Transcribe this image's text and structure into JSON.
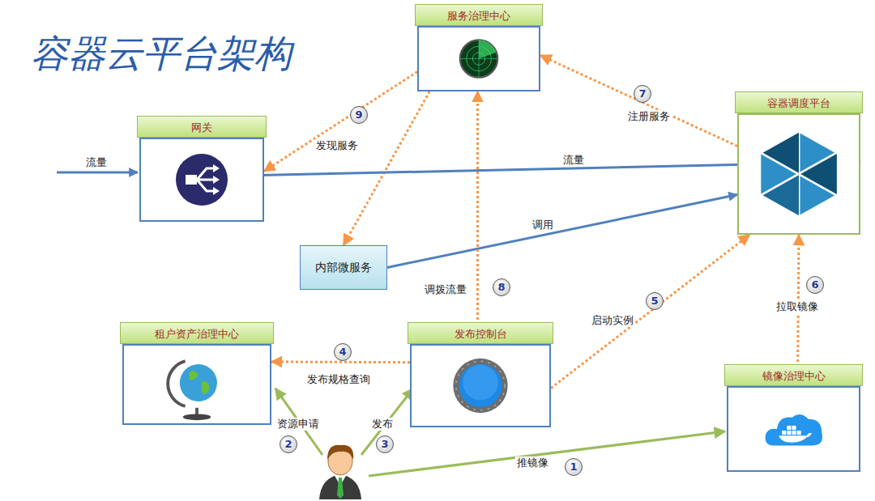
{
  "diagram": {
    "title": "容器云平台架构",
    "nodes": [
      {
        "text": [
          "服务治理中心"
        ]
      },
      {
        "text": [
          "网关"
        ]
      },
      {
        "text": [
          "容器调度平台"
        ]
      },
      {
        "text": [
          "内部微服务"
        ]
      },
      {
        "text": [
          "租户资产治理中心"
        ]
      },
      {
        "text": [
          "发布控制台"
        ]
      },
      {
        "text": [
          "镜像治理中心"
        ]
      }
    ],
    "edges": [
      {
        "from": 0,
        "to": 1,
        "label": "发现服务",
        "arrow": "to"
      },
      {
        "from": 0,
        "to": 3,
        "arrow": "to"
      },
      {
        "from": 2,
        "to": 0,
        "label": "注册服务",
        "arrow": "to"
      },
      {
        "from": 1,
        "to": 2,
        "label": "流量",
        "arrow": "to"
      },
      {
        "from": 3,
        "to": 2,
        "label": "调用",
        "arrow": "to"
      },
      {
        "from": 5,
        "to": 0,
        "label": "调拨流量",
        "arrow": "to"
      },
      {
        "from": 5,
        "to": 4,
        "label": "发布规格查询",
        "arrow": "to"
      },
      {
        "from": 5,
        "to": 2,
        "label": "启动实例",
        "arrow": "to"
      },
      {
        "from": 6,
        "to": 2,
        "label": "拉取镜像",
        "arrow": "to"
      }
    ],
    "labels": [
      "9",
      "7",
      "8",
      "5",
      "6",
      "4",
      "流量",
      "资源申请",
      "2",
      "发布",
      "3",
      "推镜像",
      "1"
    ]
  }
}
